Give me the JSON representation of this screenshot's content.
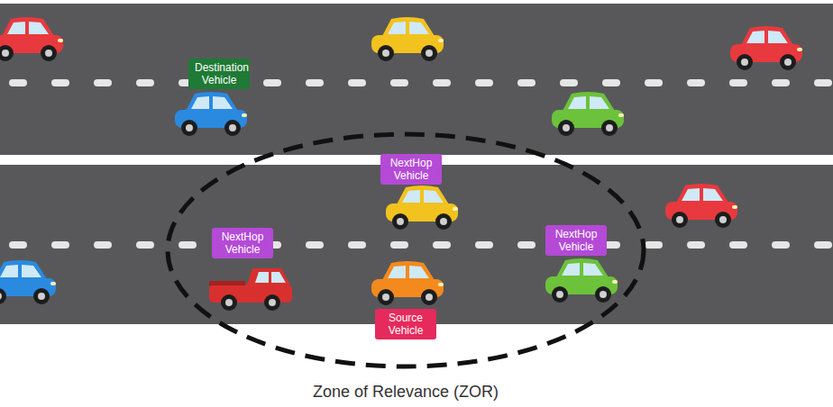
{
  "diagram": {
    "nodes": [
      {
        "text": [
          "Destination Vehicle"
        ]
      },
      {
        "text": [
          "Zone of Relevance (ZOR)"
        ]
      },
      {
        "text": [
          "NextHop Vehicle"
        ],
        "in": 1
      },
      {
        "text": [
          "NextHop Vehicle"
        ],
        "in": 1
      },
      {
        "text": [
          "NextHop Vehicle"
        ],
        "in": 1
      },
      {
        "text": [
          "Source Vehicle"
        ],
        "in": 1
      }
    ]
  }
}
